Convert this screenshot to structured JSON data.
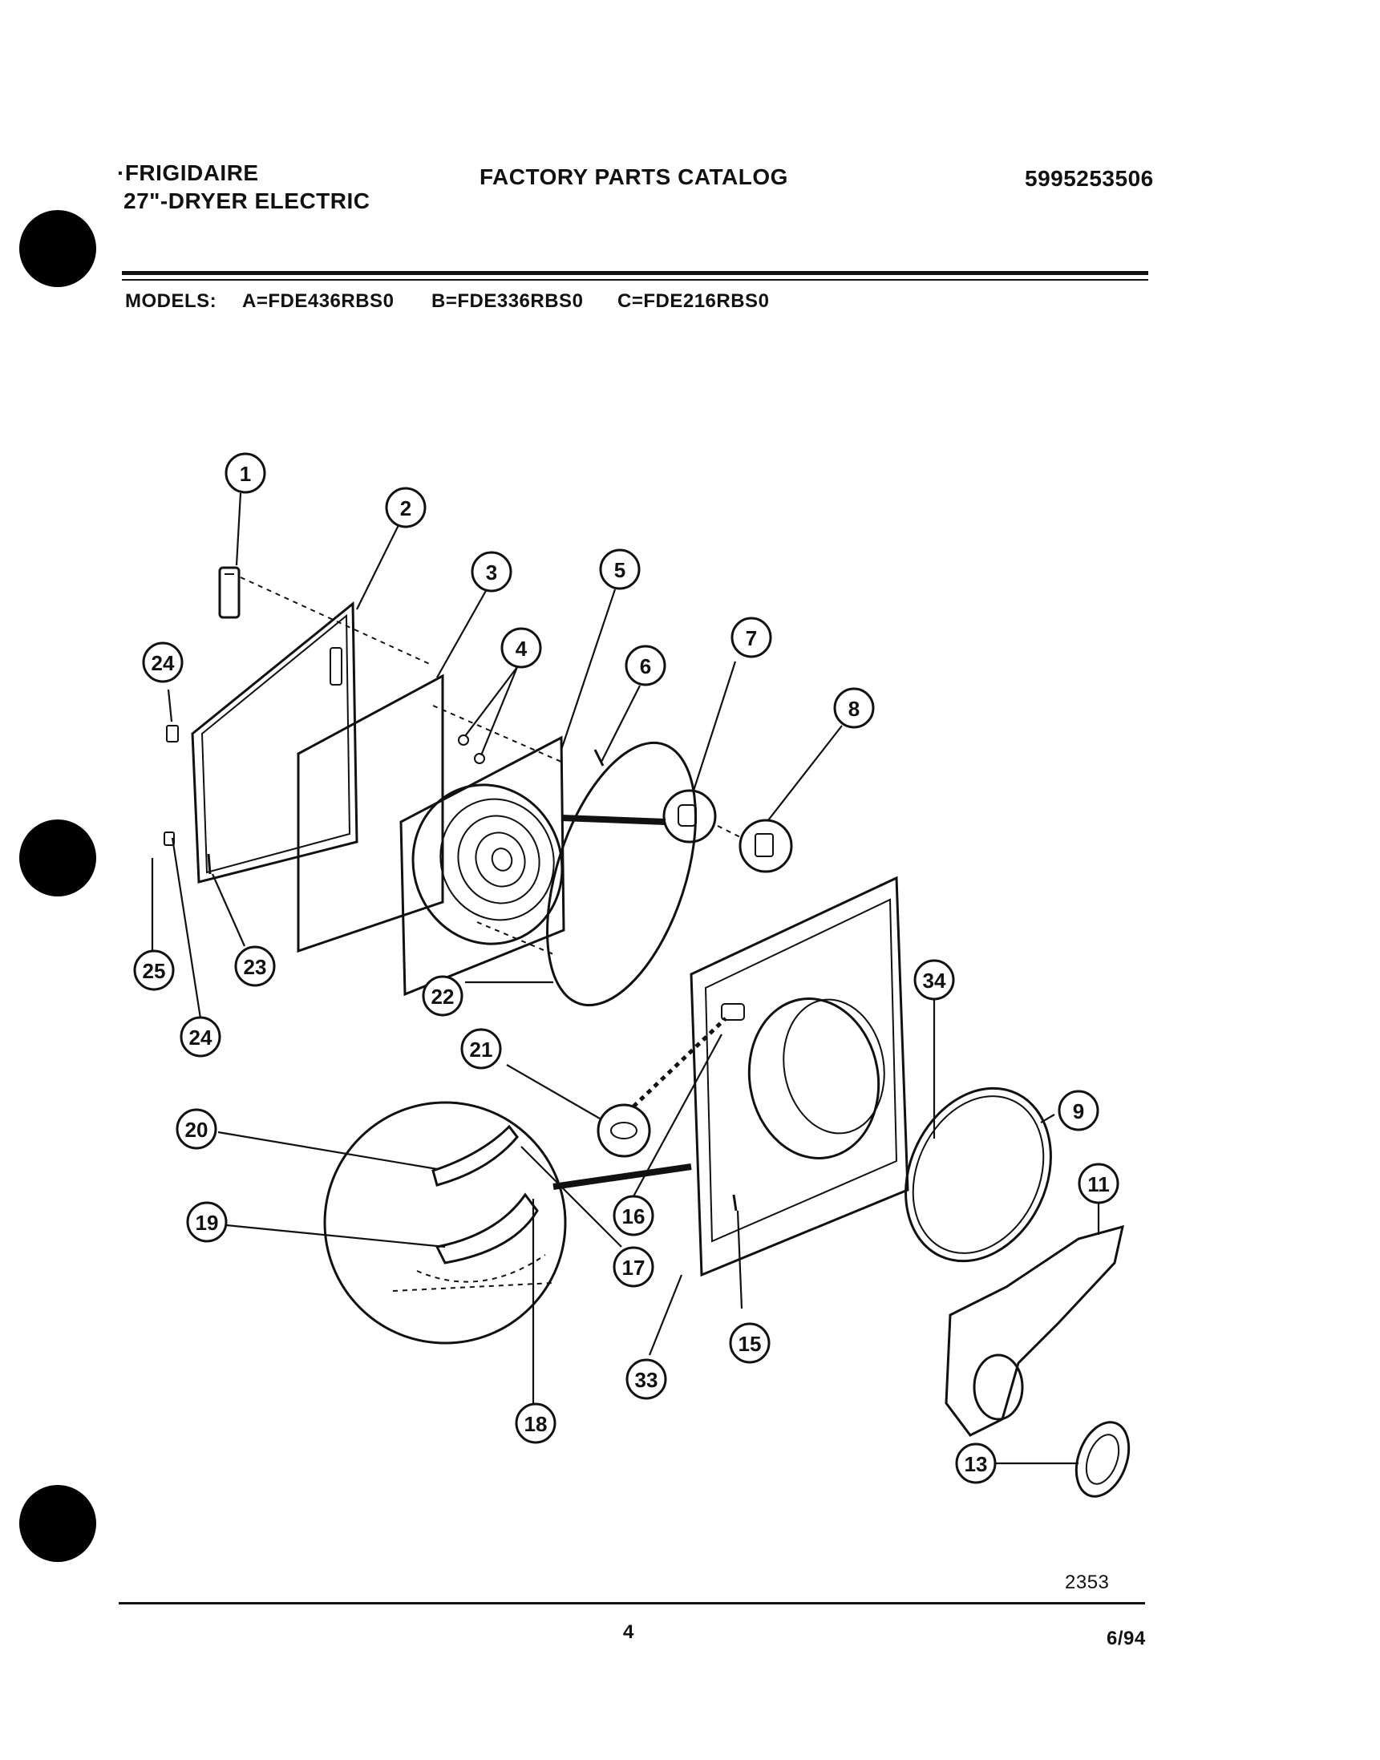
{
  "header": {
    "brand": "·FRIGIDAIRE",
    "product": "27\"-DRYER ELECTRIC",
    "catalog_title": "FACTORY PARTS CATALOG",
    "catalog_number": "5995253506",
    "models_label": "MODELS:",
    "model_a": "A=FDE436RBS0",
    "model_b": "B=FDE336RBS0",
    "model_c": "C=FDE216RBS0"
  },
  "diagram": {
    "callouts": [
      "1",
      "2",
      "3",
      "4",
      "5",
      "6",
      "7",
      "8",
      "24",
      "25",
      "23",
      "22",
      "24",
      "34",
      "9",
      "21",
      "20",
      "16",
      "11",
      "19",
      "17",
      "15",
      "33",
      "18",
      "13"
    ]
  },
  "footer": {
    "figure_number": "2353",
    "page_number": "4",
    "date": "6/94"
  }
}
